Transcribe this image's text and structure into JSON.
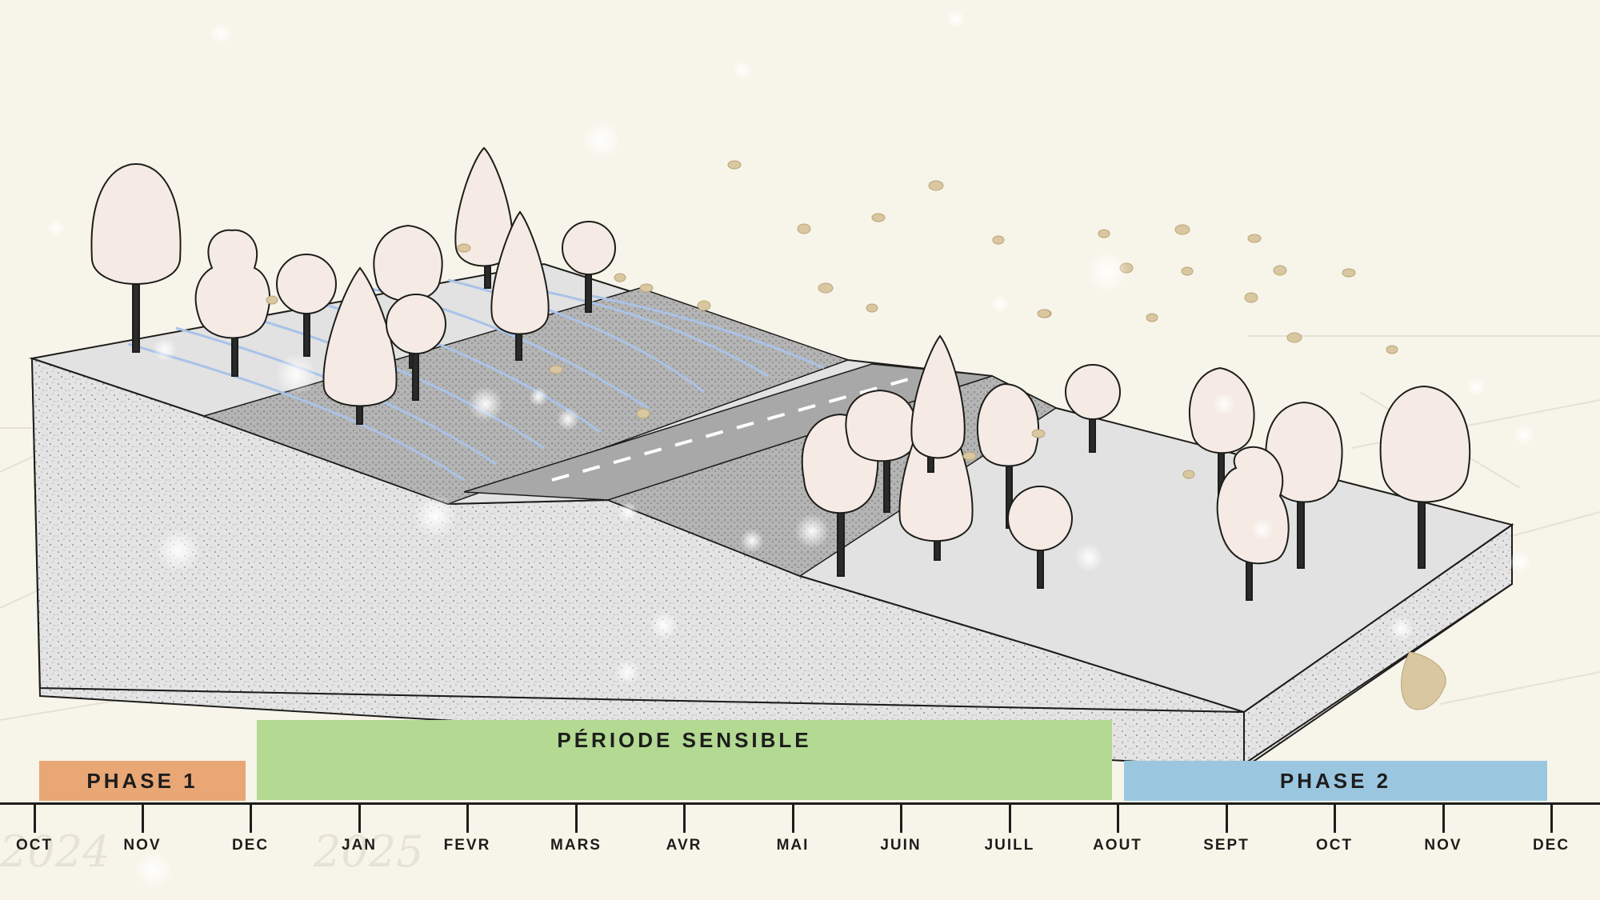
{
  "phases": {
    "phase1": "PHASE 1",
    "sensible": "PÉRIODE SENSIBLE",
    "phase2": "PHASE 2"
  },
  "timeline": {
    "years": [
      "2024",
      "2025"
    ],
    "months": [
      "OCT",
      "NOV",
      "DEC",
      "JAN",
      "FEVR",
      "MARS",
      "AVR",
      "MAI",
      "JUIN",
      "JUILL",
      "AOUT",
      "SEPT",
      "OCT",
      "NOV",
      "DEC"
    ]
  },
  "colors": {
    "background": "#f7f5ea",
    "phase1": "#e8a775",
    "sensible": "#b3d993",
    "phase2": "#9ac6e0",
    "tree": "#f5ebe4",
    "ground": "#e2e2e2",
    "road": "#a8a8a8",
    "leaf": "#d9c7a0"
  }
}
